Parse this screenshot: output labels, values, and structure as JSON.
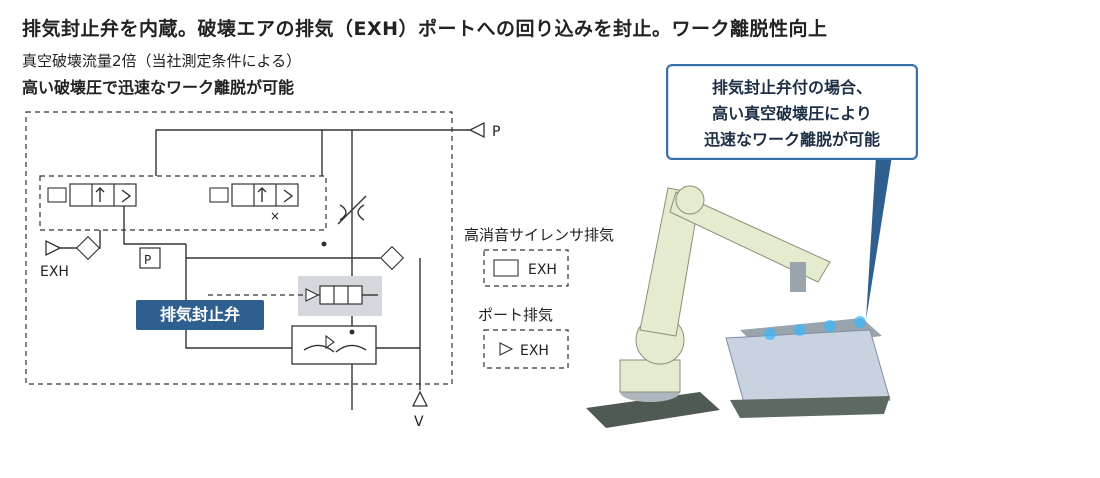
{
  "headline": "排気封止弁を内蔵。破壊エアの排気（EXH）ポートへの回り込みを封止。ワーク離脱性向上",
  "subline1": "真空破壊流量2倍（当社測定条件による）",
  "subline2": "高い破壊圧で迅速なワーク離脱が可能",
  "callout": {
    "line1": "排気封止弁付の場合、",
    "line2": "高い真空破壊圧により",
    "line3": "迅速なワーク離脱が可能"
  },
  "circuit": {
    "port_p": "P",
    "port_v": "V",
    "port_exh": "EXH",
    "pressure_switch": "P",
    "valve_x_mark": "×",
    "seal_valve_badge": "排気封止弁"
  },
  "legend": {
    "silencer_title": "高消音サイレンサ排気",
    "silencer_exh": "EXH",
    "port_title": "ポート排気",
    "port_exh": "EXH"
  },
  "colors": {
    "accent_blue": "#2f5f8e",
    "highlight_gray": "#d4d7dc",
    "robot_body": "#e4ebcf",
    "stack_blue": "#c9d3df",
    "suction_glow": "#39b6ff"
  }
}
